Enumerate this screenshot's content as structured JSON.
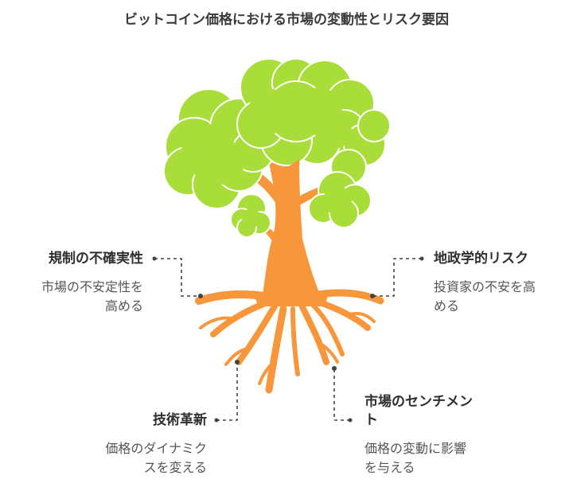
{
  "title": "ビットコイン価格における市場の変動性とリスク要因",
  "colors": {
    "foliage": "#a8dd3a",
    "foliage_outline": "#ffffff",
    "trunk": "#f7963a",
    "connector": "#444444"
  },
  "nodes": {
    "regulatory": {
      "label": "規制の不確実性",
      "description_line1": "市場の不安定性を",
      "description_line2": "高める"
    },
    "geopolitical": {
      "label": "地政学的リスク",
      "description_line1": "投資家の不安を高",
      "description_line2": "める"
    },
    "technical": {
      "label": "技術革新",
      "description_line1": "価格のダイナミク",
      "description_line2": "スを変える"
    },
    "sentiment": {
      "label_line1": "市場のセンチメン",
      "label_line2": "ト",
      "description_line1": "価格の変動に影響",
      "description_line2": "を与える"
    }
  }
}
